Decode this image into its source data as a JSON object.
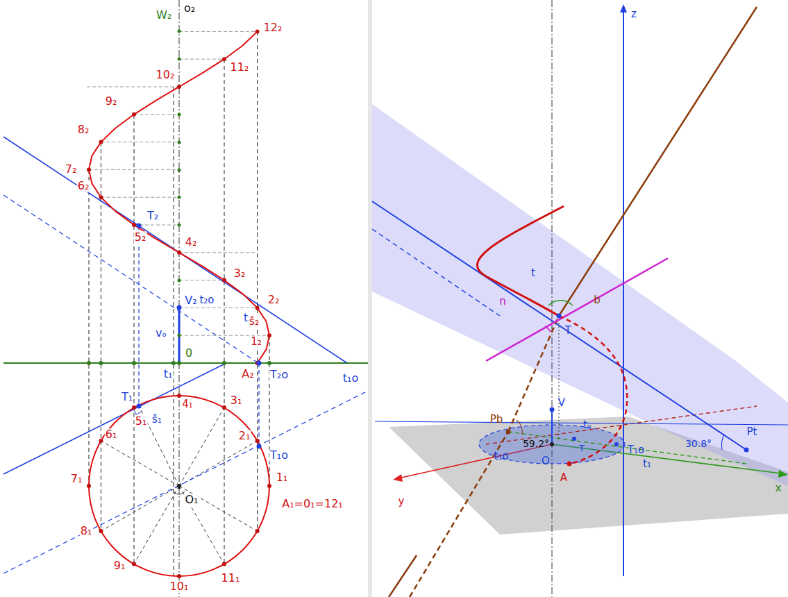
{
  "diagram": {
    "labels": [
      "o₂",
      "W₂",
      "12₂",
      "11₂",
      "10₂",
      "9₂",
      "8₂",
      "7₂",
      "6₂",
      "T₂",
      "5₂",
      "4₂",
      "3₂",
      "2₂",
      "t₂",
      "t₂o",
      "š₂",
      "1₂",
      "V₂",
      "vₒ",
      "0",
      "A₂",
      "T₂o",
      "t₁",
      "T₁",
      "4₁",
      "3₁",
      "š₁",
      "5₁",
      "6₁",
      "2₁",
      "T₁o",
      "t₁o",
      "7₁",
      "1₁",
      "O₁",
      "8₁",
      "A₁=0₁=12₁",
      "9₁",
      "10₁",
      "11₁",
      "z",
      "t",
      "b",
      "n",
      "T",
      "Pb",
      "59.2°",
      "V",
      "tₒ",
      "t₁o",
      "T",
      "T₁o",
      "t₁",
      "O",
      "A",
      "y",
      "x",
      "30.8°",
      "Pt"
    ]
  }
}
